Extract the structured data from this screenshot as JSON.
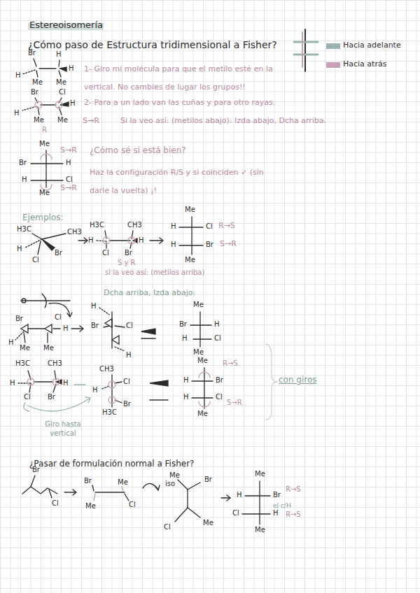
{
  "diagram": {
    "title": "Estereoisomería",
    "labels": [
      "¿Cómo paso de Estructura tridimensional a Fisher?",
      "1- Giro mi molécula para que el metilo esté en la vertical. No cambies de lugar los grupos!!",
      "2- Para a un lado van las cuñas y para otro rayas.",
      "S→R",
      "Si la veo así: (metilos abajo): Izda abajo, Dcha arriba.",
      "S→R",
      "¿Cómo sé si está bien?",
      "Haz la configuración R/S y si coinciden ✓ (sin darle la vuelta) ¡!",
      "S→R",
      "Ejemplos:",
      "R→S",
      "S→R",
      "S y R",
      "si la veo así: (metilos arriba)",
      "Dcha arriba, Izda abajo:",
      "R→S",
      "S→R",
      "con giros",
      "Giro hasta vertical",
      "¿Pasar de formulación normal a Fisher?",
      "iso",
      "R→S",
      "el c/H",
      "R→S",
      "Br",
      "H",
      "H",
      "H",
      "Me",
      "Me",
      "Br",
      "Cl",
      "H",
      "H",
      "Me",
      "Me",
      "R",
      "Me",
      "Br",
      "H",
      "H",
      "Cl",
      "Me",
      "H3C",
      "CH3",
      "H",
      "Cl",
      "Br",
      "H3C",
      "CH3",
      "H",
      "H",
      "Cl",
      "Br",
      "Me",
      "H",
      "Cl",
      "H",
      "Br",
      "Me",
      "Br",
      "Cl",
      "H",
      "H",
      "Me",
      "Me",
      "H",
      "Br",
      "Cl",
      "H",
      "Me",
      "Br",
      "H",
      "H",
      "Cl",
      "Me",
      "H3C",
      "CH3",
      "H",
      "H",
      "Cl",
      "Br",
      "CH3",
      "H",
      "Cl",
      "Br",
      "H3C",
      "Me",
      "H",
      "Br",
      "H",
      "Cl",
      "Me",
      "Br",
      "Cl",
      "Br",
      "Me",
      "Me",
      "Cl",
      "Me",
      "Br",
      "Cl",
      "Me",
      "Me",
      "H",
      "Br",
      "Cl",
      "H",
      "Me"
    ],
    "legend": [
      {
        "text": "Hacia adelante",
        "color": "#9ab3ae"
      },
      {
        "text": "Hacia atrás",
        "color": "#c9a1b4"
      }
    ]
  }
}
